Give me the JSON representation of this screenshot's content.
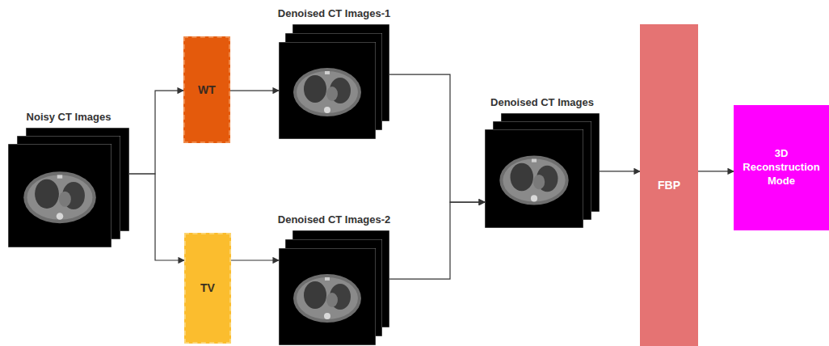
{
  "diagram": {
    "nodes": [
      {
        "text": [
          "Noisy CT Images"
        ]
      },
      {
        "text": [
          "WT"
        ]
      },
      {
        "text": [
          "Denoised CT Images-1"
        ]
      },
      {
        "text": [
          "TV"
        ]
      },
      {
        "text": [
          "Denoised CT Images-2"
        ]
      },
      {
        "text": [
          "Denoised CT Images"
        ]
      },
      {
        "text": [
          "FBP"
        ]
      },
      {
        "text": [
          "3D Reconstruction Mode"
        ]
      }
    ],
    "edges": [
      {
        "from": 0,
        "to": 1,
        "arrow": "to"
      },
      {
        "from": 0,
        "to": 3,
        "arrow": "to"
      },
      {
        "from": 1,
        "to": 2,
        "arrow": "to"
      },
      {
        "from": 3,
        "to": 4,
        "arrow": "to"
      },
      {
        "from": 2,
        "to": 5,
        "arrow": "to"
      },
      {
        "from": 4,
        "to": 5,
        "arrow": "to"
      },
      {
        "from": 5,
        "to": 6,
        "arrow": "to"
      },
      {
        "from": 6,
        "to": 7,
        "arrow": "to"
      }
    ]
  }
}
